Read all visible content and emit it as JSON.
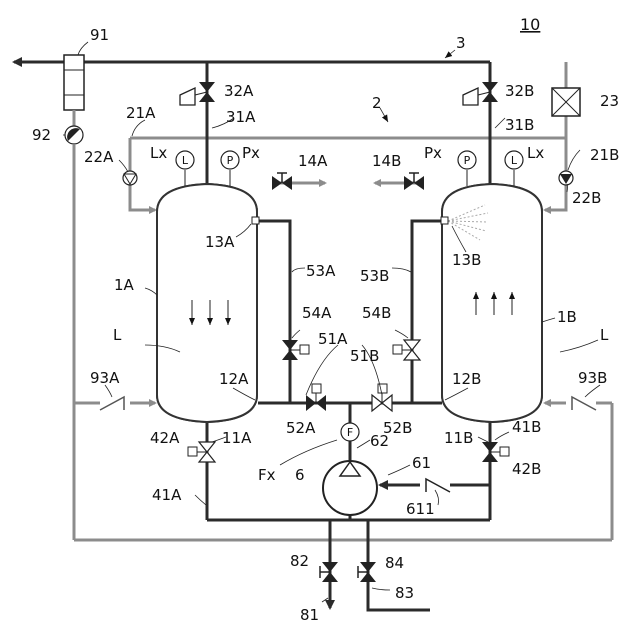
{
  "labels": {
    "fig": "10",
    "n91": "91",
    "n3": "3",
    "n32A": "32A",
    "n32B": "32B",
    "n23": "23",
    "n92": "92",
    "n21A": "21A",
    "n31A": "31A",
    "n2": "2",
    "n31B": "31B",
    "n21B": "21B",
    "n22A": "22A",
    "n22B": "22B",
    "lxA": "Lx",
    "pxA": "Px",
    "lxB": "Lx",
    "pxB": "Px",
    "n14A": "14A",
    "n14B": "14B",
    "n13A": "13A",
    "n13B": "13B",
    "n53A": "53A",
    "n53B": "53B",
    "n1A": "1A",
    "n1B": "1B",
    "n54A": "54A",
    "n54B": "54B",
    "lA": "L",
    "lB": "L",
    "n51A": "51A",
    "n51B": "51B",
    "n93A": "93A",
    "n93B": "93B",
    "n12A": "12A",
    "n12B": "12B",
    "n52A": "52A",
    "n52B": "52B",
    "n42A": "42A",
    "n11A": "11A",
    "n11B": "11B",
    "n41B": "41B",
    "n42B": "42B",
    "n62": "62",
    "n61": "61",
    "fx": "Fx",
    "n6": "6",
    "n41A": "41A",
    "n611": "611",
    "n82": "82",
    "n84": "84",
    "n81": "81",
    "n83": "83"
  },
  "gauges": {
    "level": "L",
    "pressure": "P",
    "flow": "F"
  },
  "colors": {
    "liquid": "#d9d9d9",
    "gray_pipe": "#8c8c8c",
    "black_pipe": "#2b2b2b"
  }
}
